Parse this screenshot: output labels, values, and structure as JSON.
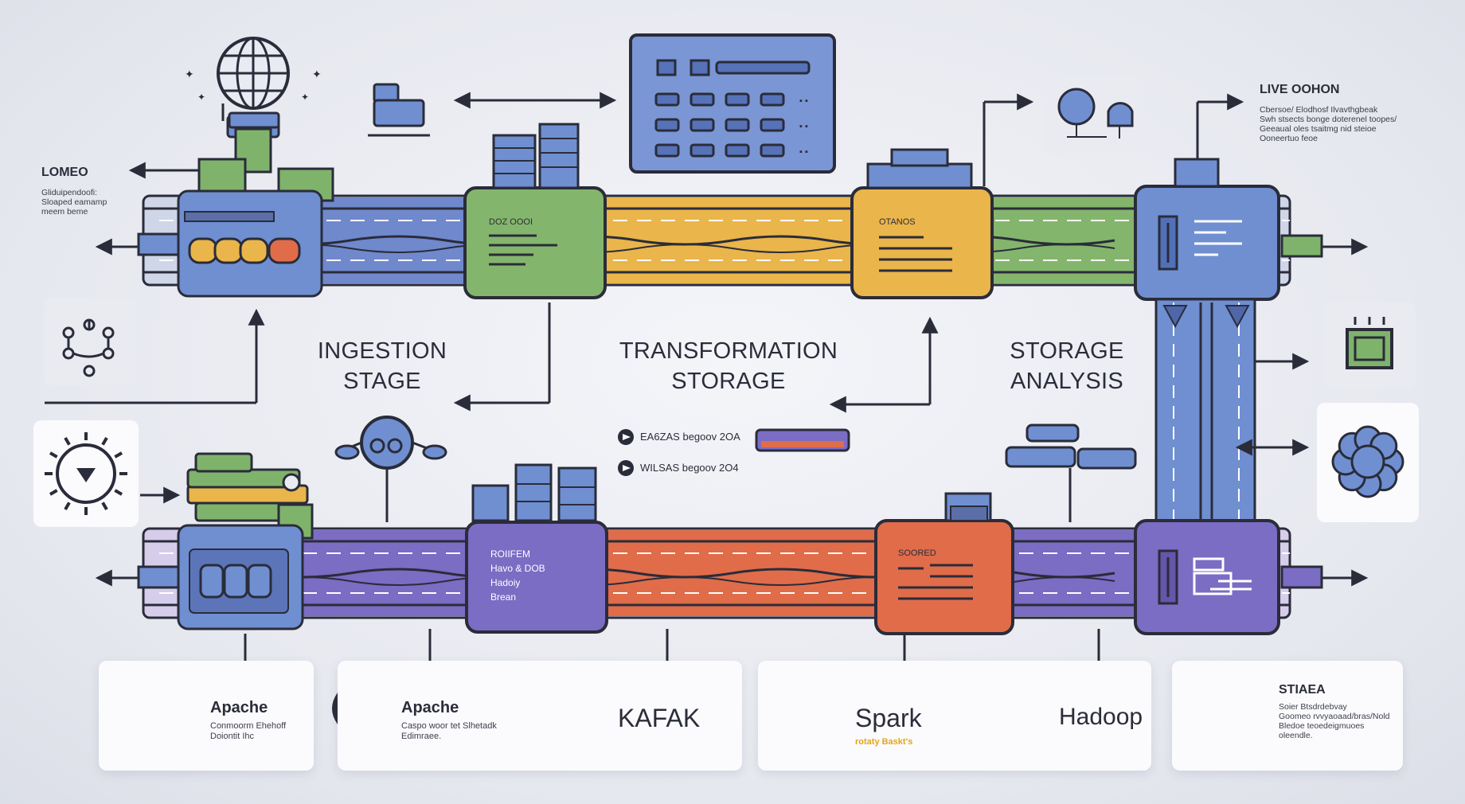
{
  "stage_labels": {
    "ingestion": [
      "INGESTION",
      "STAGE"
    ],
    "transformation": [
      "TRANSFORMATION",
      "STORAGE"
    ],
    "storage": [
      "STORAGE",
      "ANALYSIS"
    ]
  },
  "left_note": {
    "title": "LOMEO",
    "lines": [
      "Gliduipendoofi:",
      "Sloaped eamamp",
      "meem beme"
    ]
  },
  "right_note": {
    "title": "LIVE OOHON",
    "lines": [
      "Cbersoe/ Elodhosf Ilvavthgbeak",
      "Swh stsects bonge doterenel toopes/",
      "Geeaual oles tsaitmg nid steioe",
      "Ooneertuo feoe"
    ]
  },
  "top_modules": {
    "green": "DOZ OOOI",
    "yellow": "OTANOS"
  },
  "bottom_modules": {
    "purple_lines": [
      "ROIIFEM",
      "Havo & DOB",
      "Hadoiy",
      "Brean"
    ],
    "orange": "SOORED"
  },
  "mid_notes": [
    "EA6ZAS begoov 2OA",
    "WILSAS begoov 2O4"
  ],
  "tools": [
    {
      "name": "Apache",
      "desc": [
        "Conmoorm Ehehoff",
        "Doiontit Ihc"
      ]
    },
    {
      "name": "Apache",
      "desc": [
        "Caspo woor tet Slhetadk",
        "Edimraee."
      ]
    },
    {
      "name": "KAFAK",
      "desc": []
    },
    {
      "name": "Spark",
      "desc": [
        "rotaty Baskt's"
      ]
    },
    {
      "name": "Hadoop",
      "desc": []
    },
    {
      "name": "STIAEA",
      "desc": [
        "Soier Btsdrdebvay",
        "Goomeo rvvyaoaad/bras/Nold",
        "Bledoe teoedeigmuoes",
        "oleendle."
      ]
    }
  ],
  "colors": {
    "blue": "#6f8fd1",
    "green": "#7fb36b",
    "yellow": "#eab54a",
    "purple": "#7b6cc4",
    "orange": "#e06c4a",
    "line": "#2a2c3a"
  },
  "icons": [
    "globe-icon",
    "robot-icon",
    "dashboard-panel",
    "process-flow-icon",
    "network-icon",
    "sun-gear-icon",
    "chip-icon",
    "neural-icon",
    "pipeline-icon",
    "lock-icon",
    "star-icon",
    "flower-icon"
  ]
}
